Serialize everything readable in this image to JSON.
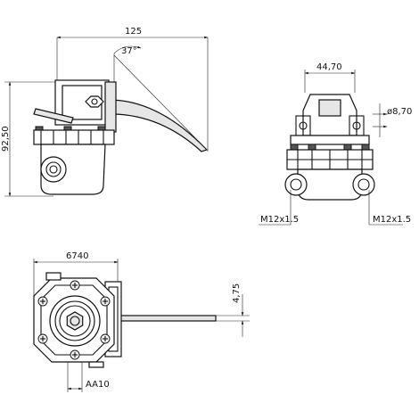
{
  "dimensions": {
    "side_width": "125",
    "side_angle": "37°",
    "side_height": "92,50",
    "front_width": "44,70",
    "front_diameter": "ø8,70",
    "front_thread_left": "M12x1.5",
    "front_thread_right": "M12x1.5",
    "bottom_width": "6740",
    "bottom_thickness": "4,75",
    "bottom_hex": "AA10"
  }
}
